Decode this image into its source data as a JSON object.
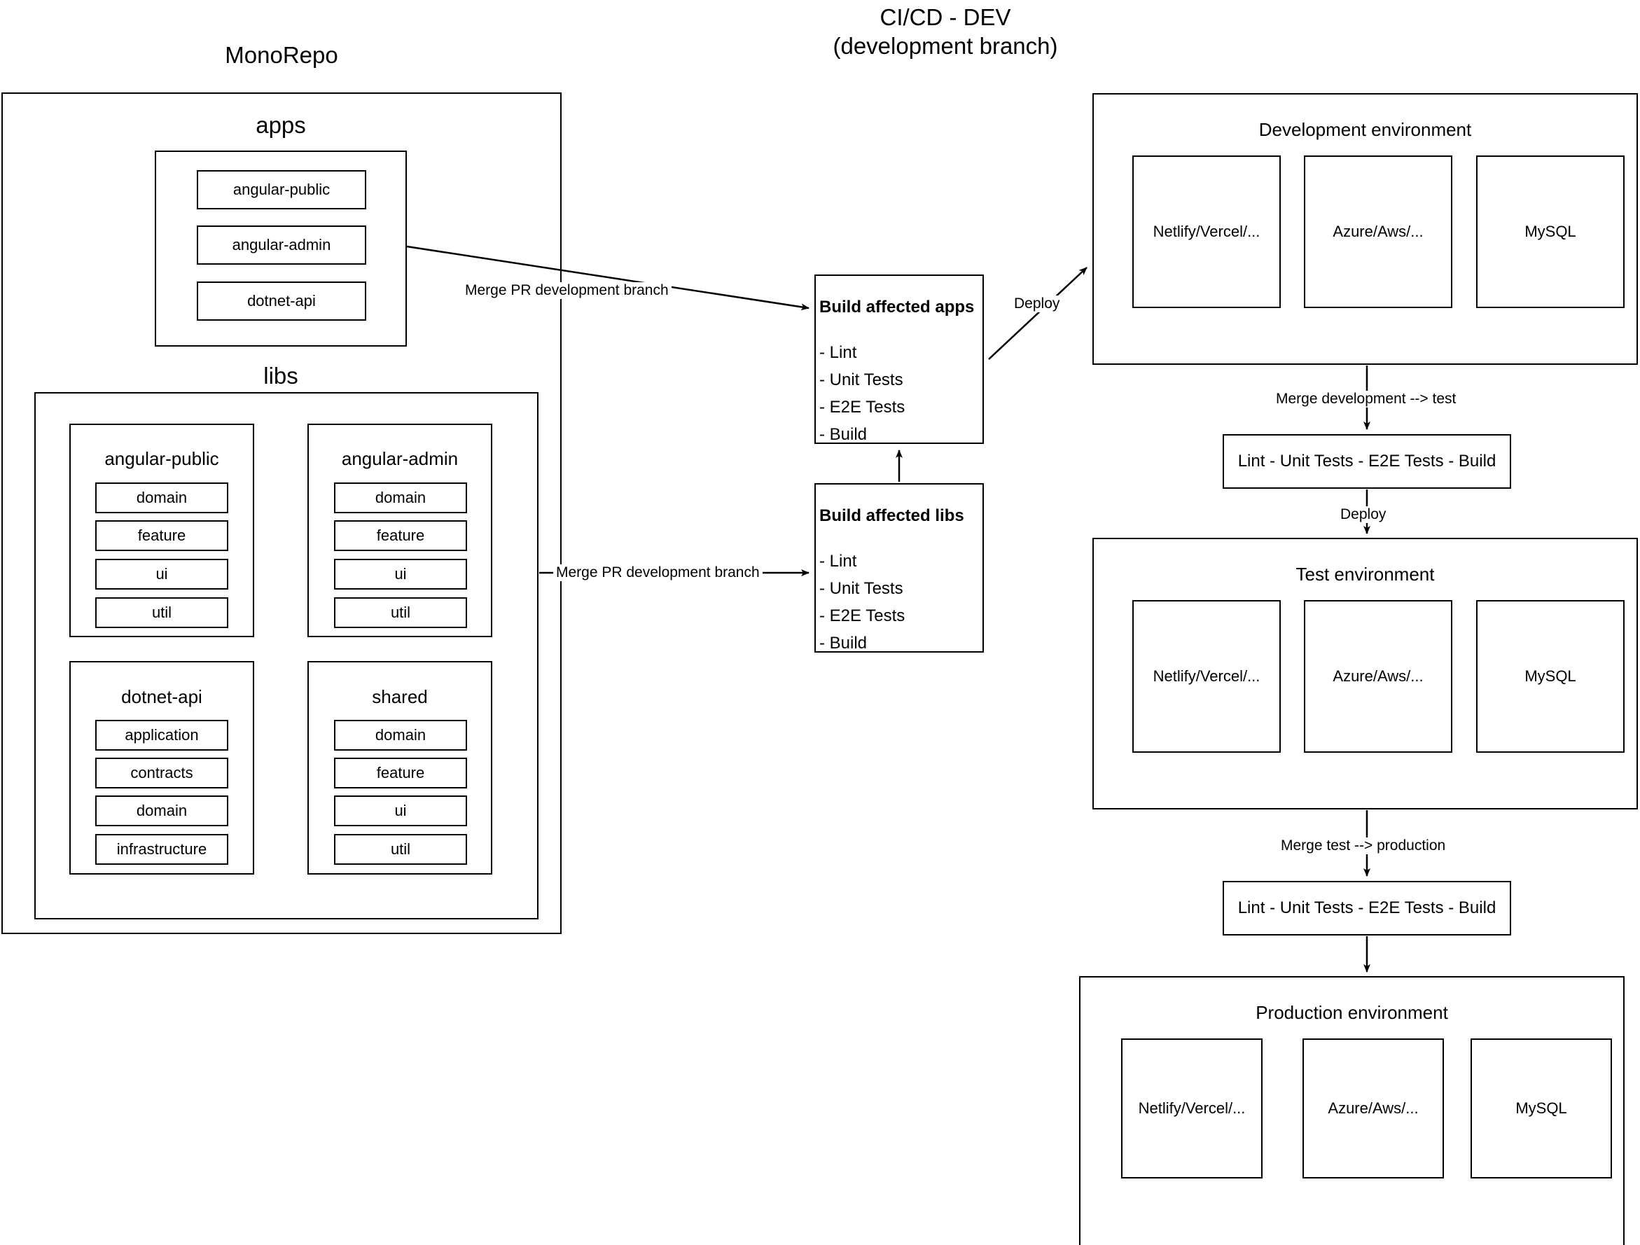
{
  "title": {
    "line1": "CI/CD - DEV",
    "line2": "(development branch)"
  },
  "monorepo": {
    "title": "MonoRepo",
    "apps": {
      "title": "apps",
      "items": [
        "angular-public",
        "angular-admin",
        "dotnet-api"
      ]
    },
    "libs": {
      "title": "libs",
      "groups": [
        {
          "name": "angular-public",
          "items": [
            "domain",
            "feature",
            "ui",
            "util"
          ]
        },
        {
          "name": "angular-admin",
          "items": [
            "domain",
            "feature",
            "ui",
            "util"
          ]
        },
        {
          "name": "dotnet-api",
          "items": [
            "application",
            "contracts",
            "domain",
            "infrastructure"
          ]
        },
        {
          "name": "shared",
          "items": [
            "domain",
            "feature",
            "ui",
            "util"
          ]
        }
      ]
    }
  },
  "pipeline": {
    "build_apps": {
      "title": "Build affected apps",
      "steps": "- Lint\n- Unit Tests\n- E2E Tests\n- Build"
    },
    "build_libs": {
      "title": "Build affected libs",
      "steps": "- Lint\n- Unit Tests\n- E2E Tests\n- Build"
    }
  },
  "edges": {
    "merge_pr_apps": "Merge PR development branch",
    "merge_pr_libs": "Merge PR development branch",
    "deploy_dev": "Deploy",
    "merge_dev_test": "Merge development --> test",
    "deploy_test": "Deploy",
    "merge_test_prod": "Merge test --> production"
  },
  "gates": {
    "dev_to_test": "Lint - Unit Tests - E2E Tests - Build",
    "test_to_prod": "Lint - Unit Tests - E2E Tests - Build"
  },
  "environments": [
    {
      "name": "Development environment",
      "services": [
        "Netlify/Vercel/...",
        "Azure/Aws/...",
        "MySQL"
      ]
    },
    {
      "name": "Test environment",
      "services": [
        "Netlify/Vercel/...",
        "Azure/Aws/...",
        "MySQL"
      ]
    },
    {
      "name": "Production environment",
      "services": [
        "Netlify/Vercel/...",
        "Azure/Aws/...",
        "MySQL"
      ]
    }
  ],
  "colors": {
    "stroke": "#000000",
    "background": "#ffffff",
    "text": "#000000"
  }
}
